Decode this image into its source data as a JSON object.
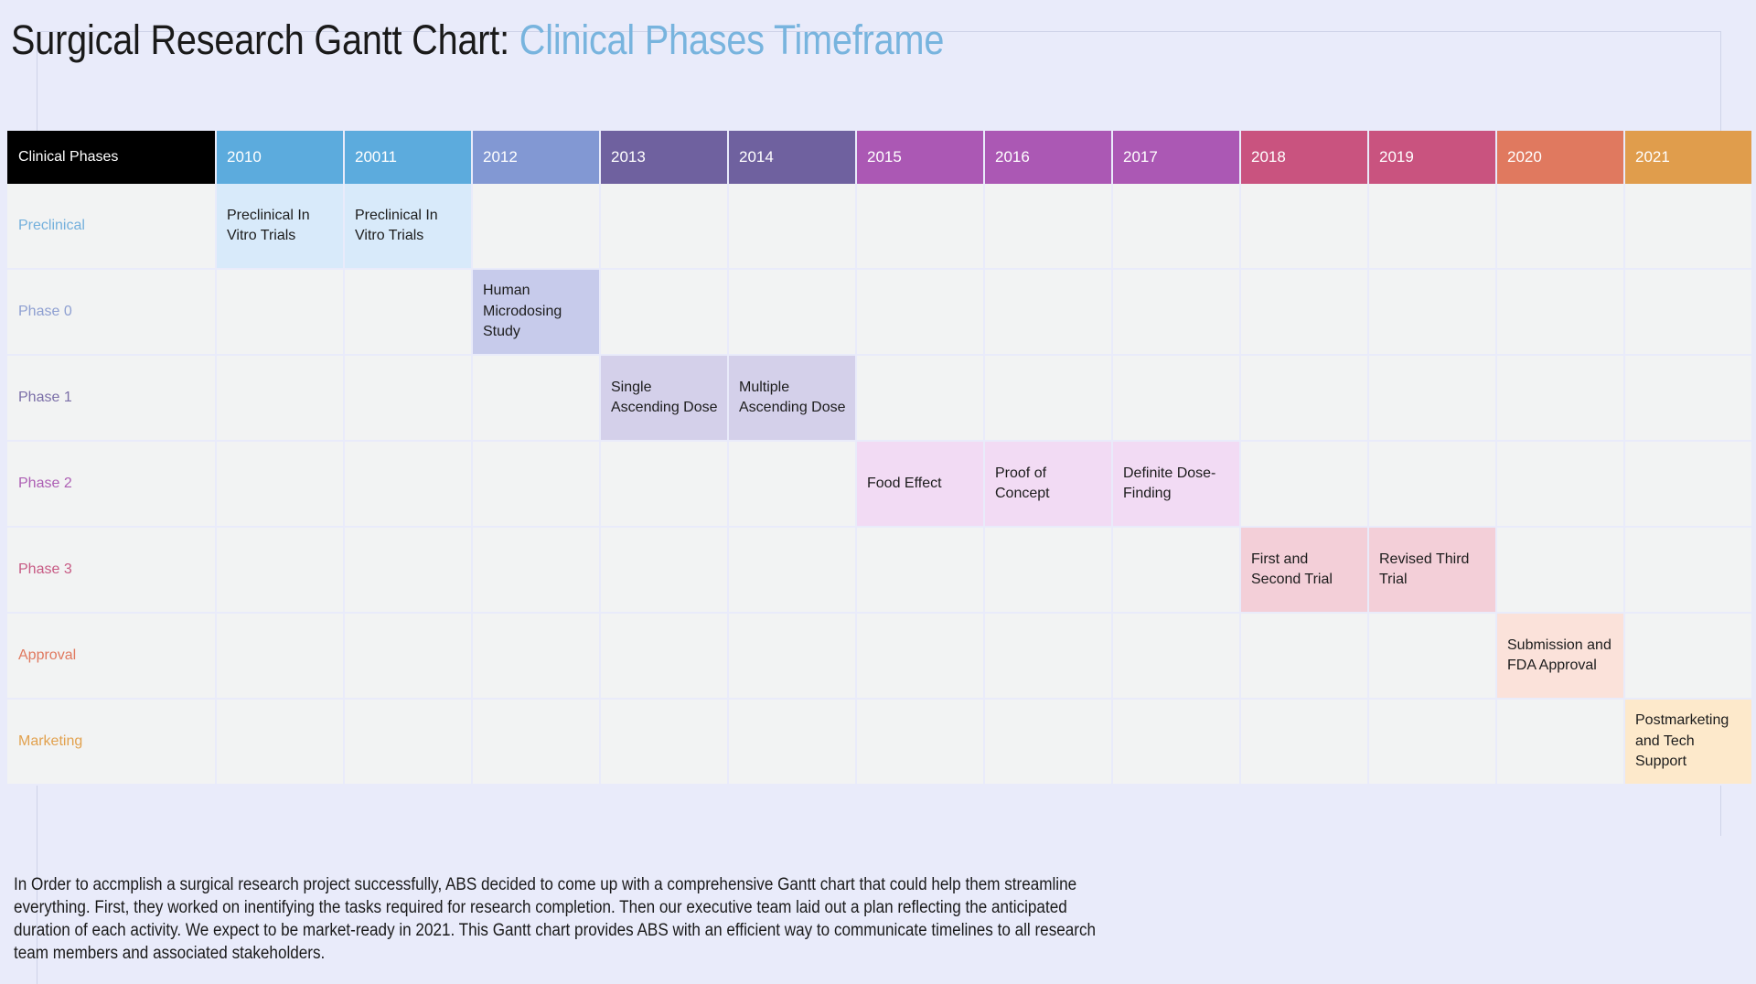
{
  "title": {
    "main": "Surgical Research Gantt Chart: ",
    "accent": "Clinical Phases Timeframe"
  },
  "chart_data": {
    "type": "table",
    "title": "Surgical Research Gantt Chart: Clinical Phases Timeframe",
    "corner_header": "Clinical Phases",
    "categories": [
      "2010",
      "20011",
      "2012",
      "2013",
      "2014",
      "2015",
      "2016",
      "2017",
      "2018",
      "2019",
      "2020",
      "2021"
    ],
    "header_colors": [
      "#5cabdd",
      "#5cabdd",
      "#8298d3",
      "#6f619f",
      "#6f619f",
      "#ab58b4",
      "#ab58b4",
      "#ab58b4",
      "#c9537f",
      "#c9537f",
      "#e0795f",
      "#e09d4c"
    ],
    "rows": [
      {
        "label": "Preclinical",
        "label_color": "#74b0dc",
        "bar_color": "#d8eafa",
        "cells": [
          "Preclinical In Vitro Trials",
          "Preclinical In Vitro Trials",
          "",
          "",
          "",
          "",
          "",
          "",
          "",
          "",
          "",
          ""
        ]
      },
      {
        "label": "Phase 0",
        "label_color": "#8e9fd1",
        "bar_color": "#c7cbeb",
        "cells": [
          "",
          "",
          "Human Microdosing Study",
          "",
          "",
          "",
          "",
          "",
          "",
          "",
          "",
          ""
        ]
      },
      {
        "label": "Phase 1",
        "label_color": "#7b6fa8",
        "bar_color": "#d4d0ea",
        "cells": [
          "",
          "",
          "",
          "Single Ascending Dose",
          "Multiple Ascending Dose",
          "",
          "",
          "",
          "",
          "",
          "",
          ""
        ]
      },
      {
        "label": "Phase 2",
        "label_color": "#ad5fb4",
        "bar_color": "#f2dbf4",
        "cells": [
          "",
          "",
          "",
          "",
          "",
          "Food Effect",
          "Proof of Concept",
          "Definite Dose-Finding",
          "",
          "",
          "",
          ""
        ]
      },
      {
        "label": "Phase 3",
        "label_color": "#c75a84",
        "bar_color": "#f3cfd8",
        "cells": [
          "",
          "",
          "",
          "",
          "",
          "",
          "",
          "",
          "First and Second Trial",
          "Revised Third Trial",
          "",
          ""
        ]
      },
      {
        "label": "Approval",
        "label_color": "#e0795f",
        "bar_color": "#fbe2da",
        "cells": [
          "",
          "",
          "",
          "",
          "",
          "",
          "",
          "",
          "",
          "",
          "Submission and FDA Approval",
          ""
        ]
      },
      {
        "label": "Marketing",
        "label_color": "#e2a14e",
        "bar_color": "#fde9cb",
        "cells": [
          "",
          "",
          "",
          "",
          "",
          "",
          "",
          "",
          "",
          "",
          "",
          "Postmarketing and Tech Support"
        ]
      }
    ],
    "grid": "true",
    "legend": "none",
    "xlabel": "",
    "ylabel": ""
  },
  "footer": {
    "paragraph": "In Order to accmplish a surgical research project successfully, ABS decided to come up with a comprehensive Gantt chart that could help them streamline everything. First, they worked on inentifying the tasks required for research completion. Then our executive team laid out a plan reflecting the anticipated duration of each activity. We expect to be market-ready in 2021. This Gantt chart provides ABS with an efficient way to communicate timelines to all research team members and associated stakeholders."
  },
  "colors": {
    "background": "#e9ebfa",
    "title_accent": "#78b4de",
    "header_corner": "#000000",
    "cell_empty": "#f2f3f3"
  }
}
